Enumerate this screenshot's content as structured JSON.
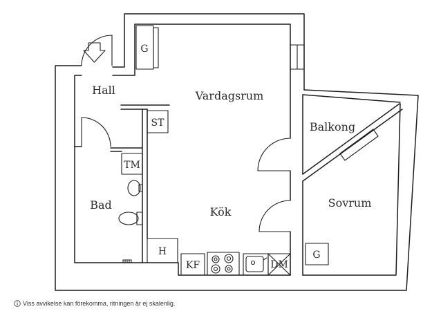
{
  "rooms": {
    "hall": "Hall",
    "vardagsrum": "Vardagsrum",
    "balkong": "Balkong",
    "bad": "Bad",
    "kok": "Kök",
    "sovrum": "Sovrum"
  },
  "fixtures": {
    "garderob_hall": "G",
    "storage": "ST",
    "tvattmaskin": "TM",
    "hylla": "H",
    "kyl_frys": "KF",
    "diskmaskin": "DM",
    "garderob_sovrum": "G"
  },
  "footer": {
    "icon": "info-icon",
    "text": "Viss avvikelse kan förekomma, ritningen är ej skalenlig."
  }
}
